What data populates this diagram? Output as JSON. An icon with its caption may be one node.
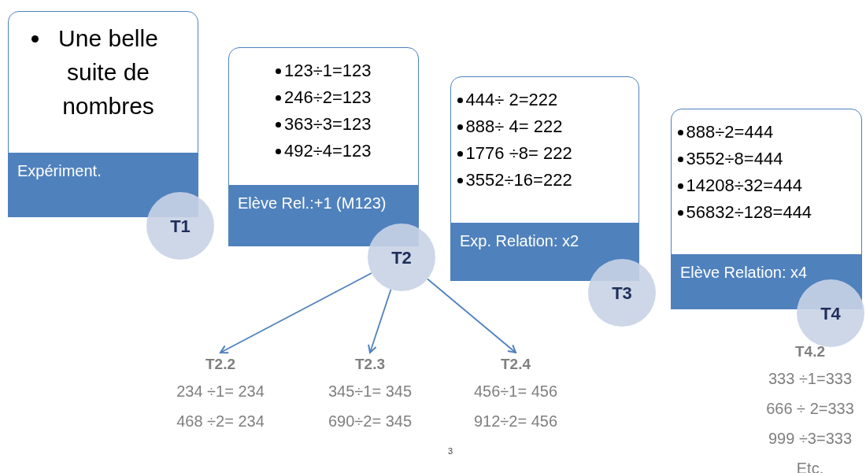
{
  "diagram": {
    "nodes": [
      {
        "text": [
          "Une belle suite de nombres",
          "Expériment."
        ]
      },
      {
        "text": [
          "T1"
        ]
      },
      {
        "text": [
          "123÷1=123",
          "246÷2=123",
          "363÷3=123",
          "492÷4=123",
          "Elève Rel.:+1 (M123)"
        ]
      },
      {
        "text": [
          "T2"
        ]
      },
      {
        "text": [
          "444÷ 2=222",
          "888÷ 4= 222",
          "1776 ÷8= 222",
          "3552÷16=222",
          "Exp. Relation: x2"
        ]
      },
      {
        "text": [
          "T3"
        ]
      },
      {
        "text": [
          "888÷2=444",
          "3552÷8=444",
          "14208÷32=444",
          "56832÷128=444",
          "Elève Relation: x4"
        ]
      },
      {
        "text": [
          "T4"
        ]
      },
      {
        "text": [
          "T2.2",
          "234 ÷1= 234",
          "468 ÷2= 234"
        ]
      },
      {
        "text": [
          "T2.3",
          "345÷1= 345",
          "690÷2= 345"
        ]
      },
      {
        "text": [
          "T2.4",
          "456÷1= 456",
          "912÷2= 456"
        ]
      },
      {
        "text": [
          "T4.2",
          "333 ÷1=333",
          "666 ÷ 2=333",
          "999 ÷3=333",
          "Etc."
        ]
      }
    ],
    "edges": [
      {
        "from": 3,
        "to": 8,
        "arrow": "to"
      },
      {
        "from": 3,
        "to": 9,
        "arrow": "to"
      },
      {
        "from": 3,
        "to": 10,
        "arrow": "to"
      }
    ],
    "labels": [
      "3"
    ]
  }
}
